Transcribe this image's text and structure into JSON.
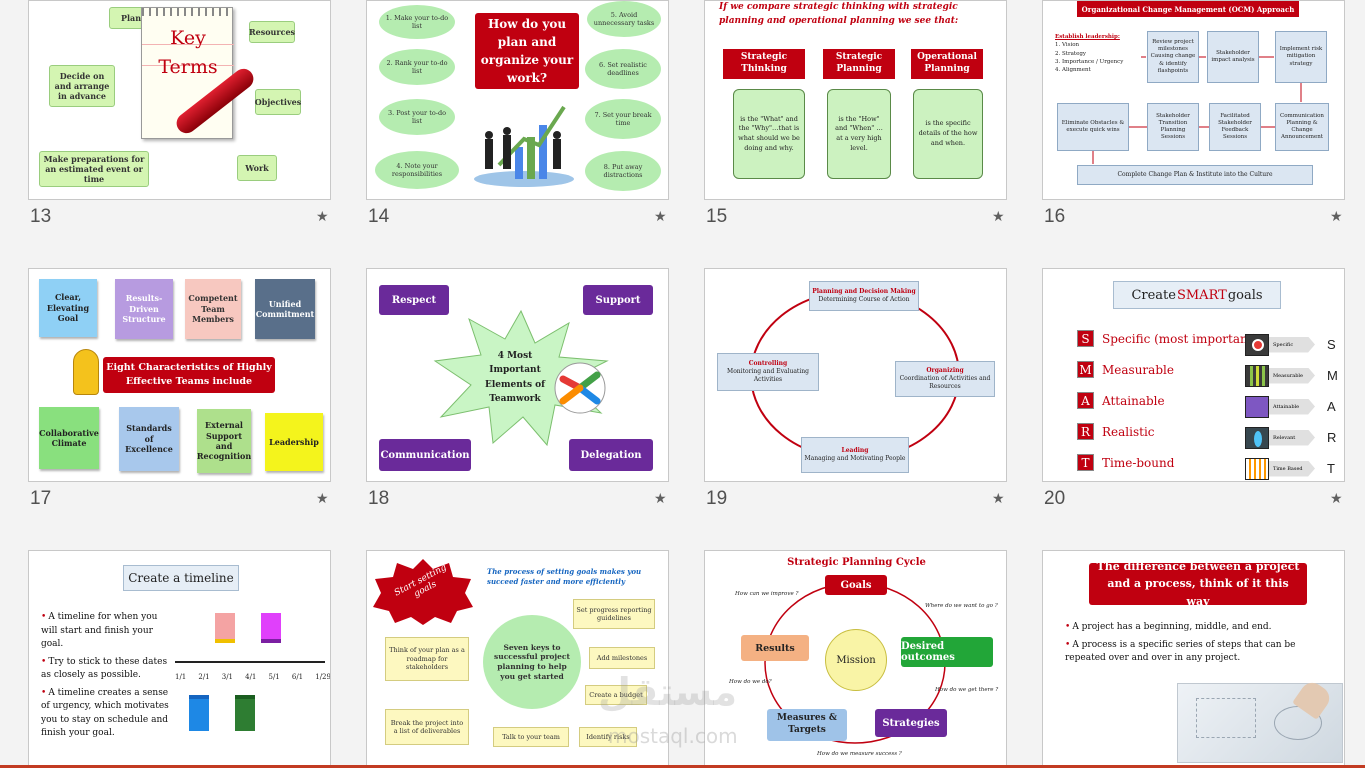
{
  "colors": {
    "red": "#c00010",
    "green": "#d4f5b2",
    "purple": "#6a2a9a",
    "blue": "#dbe6f2"
  },
  "slides": [
    {
      "number": "13",
      "star": "★",
      "key_terms": "Key Terms",
      "terms": [
        "Plan",
        "Resources",
        "Decide on and arrange in advance",
        "Objectives",
        "Make preparations for an estimated event or time",
        "Work"
      ]
    },
    {
      "number": "14",
      "star": "★",
      "title": "How do you plan and organize your work?",
      "left": [
        "1. Make your to-do list",
        "2. Rank your to-do list",
        "3. Post your to-do list",
        "4. Note your responsibilities"
      ],
      "right": [
        "5. Avoid unnecessary tasks",
        "6. Set realistic deadlines",
        "7. Set your break time",
        "8. Put away distractions"
      ]
    },
    {
      "number": "15",
      "star": "★",
      "intro": "If we compare strategic thinking with strategic planning and operational planning we see that:",
      "headers": [
        "Strategic Thinking",
        "Strategic Planning",
        "Operational Planning"
      ],
      "texts": [
        "is the \"What\" and the \"Why\"…that is what should we be doing and why.",
        "is the \"How\" and \"When\" …at a very high level.",
        "is the specific details of the how and when."
      ]
    },
    {
      "number": "16",
      "star": "★",
      "title": "Organizational Change Management (OCM) Approach",
      "leadership_head": "Establish leadership:",
      "leadership": [
        "1. Vision",
        "2. Strategy",
        "3. Importance / Urgency",
        "4. Alignment"
      ],
      "top_row": [
        "Review project milestones Causing change & identify flashpoints",
        "Stakeholder impact analysis",
        "Implement risk mitigation strategy"
      ],
      "bottom_row": [
        "Eliminate Obstacles & execute quick wins",
        "Stakeholder Transition Planning Sessions",
        "Facilitated Stakeholder Feedback Sessions",
        "Communication Planning & Change Announcement"
      ],
      "footer": "Complete Change Plan & Institute into the Culture"
    },
    {
      "number": "17",
      "star": "★",
      "center": "Eight Characteristics of Highly Effective Teams include",
      "top": [
        "Clear, Elevating Goal",
        "Results-Driven Structure",
        "Competent Team Members",
        "Unified Commitment"
      ],
      "bottom": [
        "Collaborative Climate",
        "Standards of Excellence",
        "External Support and Recognition",
        "Leadership"
      ]
    },
    {
      "number": "18",
      "star": "★",
      "center": "4 Most Important Elements of Teamwork",
      "corners": [
        "Respect",
        "Support",
        "Communication",
        "Delegation"
      ]
    },
    {
      "number": "19",
      "star": "★",
      "nodes": [
        {
          "head": "Planning and Decision Making",
          "body": "Determining Course of Action"
        },
        {
          "head": "Organizing",
          "body": "Coordination of Activities and Resources"
        },
        {
          "head": "Leading",
          "body": "Managing and Motivating People"
        },
        {
          "head": "Controlling",
          "body": "Monitoring and Evaluating Activities"
        }
      ]
    },
    {
      "number": "20",
      "star": "★",
      "title_pre": "Create ",
      "title_accent": "SMART",
      "title_post": " goals",
      "items": [
        {
          "letter": "S",
          "text": "Specific (most important)",
          "tag": "Specific"
        },
        {
          "letter": "M",
          "text": "Measurable",
          "tag": "Measurable"
        },
        {
          "letter": "A",
          "text": "Attainable",
          "tag": "Attainable"
        },
        {
          "letter": "R",
          "text": "Realistic",
          "tag": "Relevant"
        },
        {
          "letter": "T",
          "text": "Time-bound",
          "tag": "Time Based"
        }
      ]
    },
    {
      "number": "",
      "star": "",
      "title": "Create a timeline",
      "bullets": [
        "A timeline for when you will start and finish your goal.",
        "Try to stick to these dates as closely as possible.",
        "A timeline creates a sense of urgency, which motivates you to stay on schedule and finish your goal."
      ],
      "dates": [
        "1/1",
        "2/1",
        "3/1",
        "4/1",
        "5/1",
        "6/1",
        "1/29"
      ]
    },
    {
      "number": "",
      "star": "",
      "badge": "Start setting goals",
      "subtitle": "The process of setting goals makes you succeed faster and more efficiently",
      "center": "Seven keys to successful project planning to help you get started",
      "keys": [
        "Set progress reporting guidelines",
        "Add milestones",
        "Create a budget",
        "Identify risks",
        "Talk to your team",
        "Break the project into a list of deliverables",
        "Think of your plan as a roadmap for stakeholders"
      ]
    },
    {
      "number": "",
      "star": "",
      "title": "Strategic Planning Cycle",
      "center": "Mission",
      "nodes": [
        "Goals",
        "Desired outcomes",
        "Strategies",
        "Measures & Targets",
        "Results"
      ],
      "questions": [
        "How can we improve ?",
        "Where do we want to go ?",
        "How do we get there ?",
        "How do we measure success ?",
        "How do we do?"
      ]
    },
    {
      "number": "",
      "star": "",
      "title": "The difference between a project and a process, think of it this way",
      "bullets": [
        "A project has a beginning, middle, and end.",
        "A process is a specific series of steps that can be repeated over and over in any project."
      ]
    }
  ],
  "watermark": {
    "arabic": "مستقل",
    "latin": "mostaql.com"
  }
}
